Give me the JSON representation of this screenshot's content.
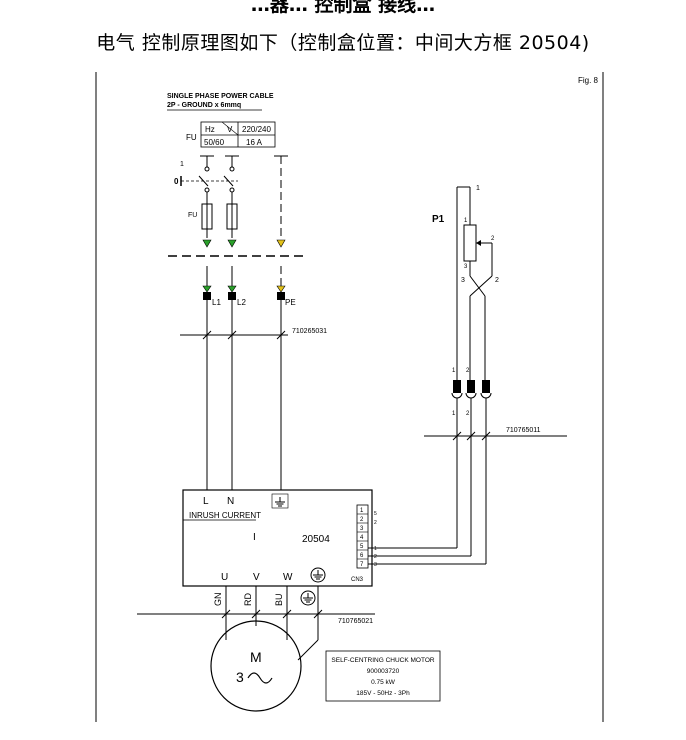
{
  "page": {
    "cut_top_text": "…器… 控制盒 接线…",
    "heading": "电气 控制原理图如下（控制盒位置：中间大方框 20504)"
  },
  "diagram": {
    "fig_label": "Fig. 8",
    "cable_title": "SINGLE PHASE POWER CABLE",
    "cable_spec": "2P - GROUND x 6mmq",
    "rating_table": {
      "row_label": "FU",
      "c1": "Hz",
      "c2": "V",
      "c3": "220/240",
      "c4": "50/60",
      "c5": "16 A"
    },
    "switch_labels": {
      "pos1": "1",
      "pos0": "0",
      "fuse": "FU"
    },
    "terminals": {
      "l1": "L1",
      "l2": "L2",
      "pe": "PE"
    },
    "cable_code_1": "710265031",
    "cable_code_2": "710765011",
    "cable_code_3": "710765021",
    "pot": {
      "name": "P1",
      "pin1": "1",
      "pin2": "2",
      "pin3": "3",
      "wire1": "1",
      "wire2": "2"
    },
    "connector_labels": {
      "top1": "1",
      "top2": "2",
      "bot1": "1",
      "bot2": "2"
    },
    "box": {
      "l": "L",
      "n": "N",
      "inrush": "INRUSH CURRENT",
      "i": "I",
      "code": "20504",
      "u": "U",
      "v": "V",
      "w": "W",
      "cn": "CN3",
      "cn_pins": [
        "1",
        "2",
        "3",
        "4",
        "5",
        "6",
        "7"
      ],
      "cn_marks": [
        "5",
        "2",
        "1",
        "2",
        "3"
      ]
    },
    "motor_wires": {
      "gn": "GN",
      "rd": "RD",
      "bu": "BU"
    },
    "motor": {
      "symbol": "M",
      "phase": "3"
    },
    "motor_plate": {
      "line1": "SELF-CENTRING CHUCK MOTOR",
      "line2": "900003720",
      "line3": "0.75 kW",
      "line4": "185V - 50Hz - 3Ph"
    },
    "colors": {
      "green_arrow": "#2aa02a",
      "yellow_arrow": "#e3c21a"
    }
  }
}
